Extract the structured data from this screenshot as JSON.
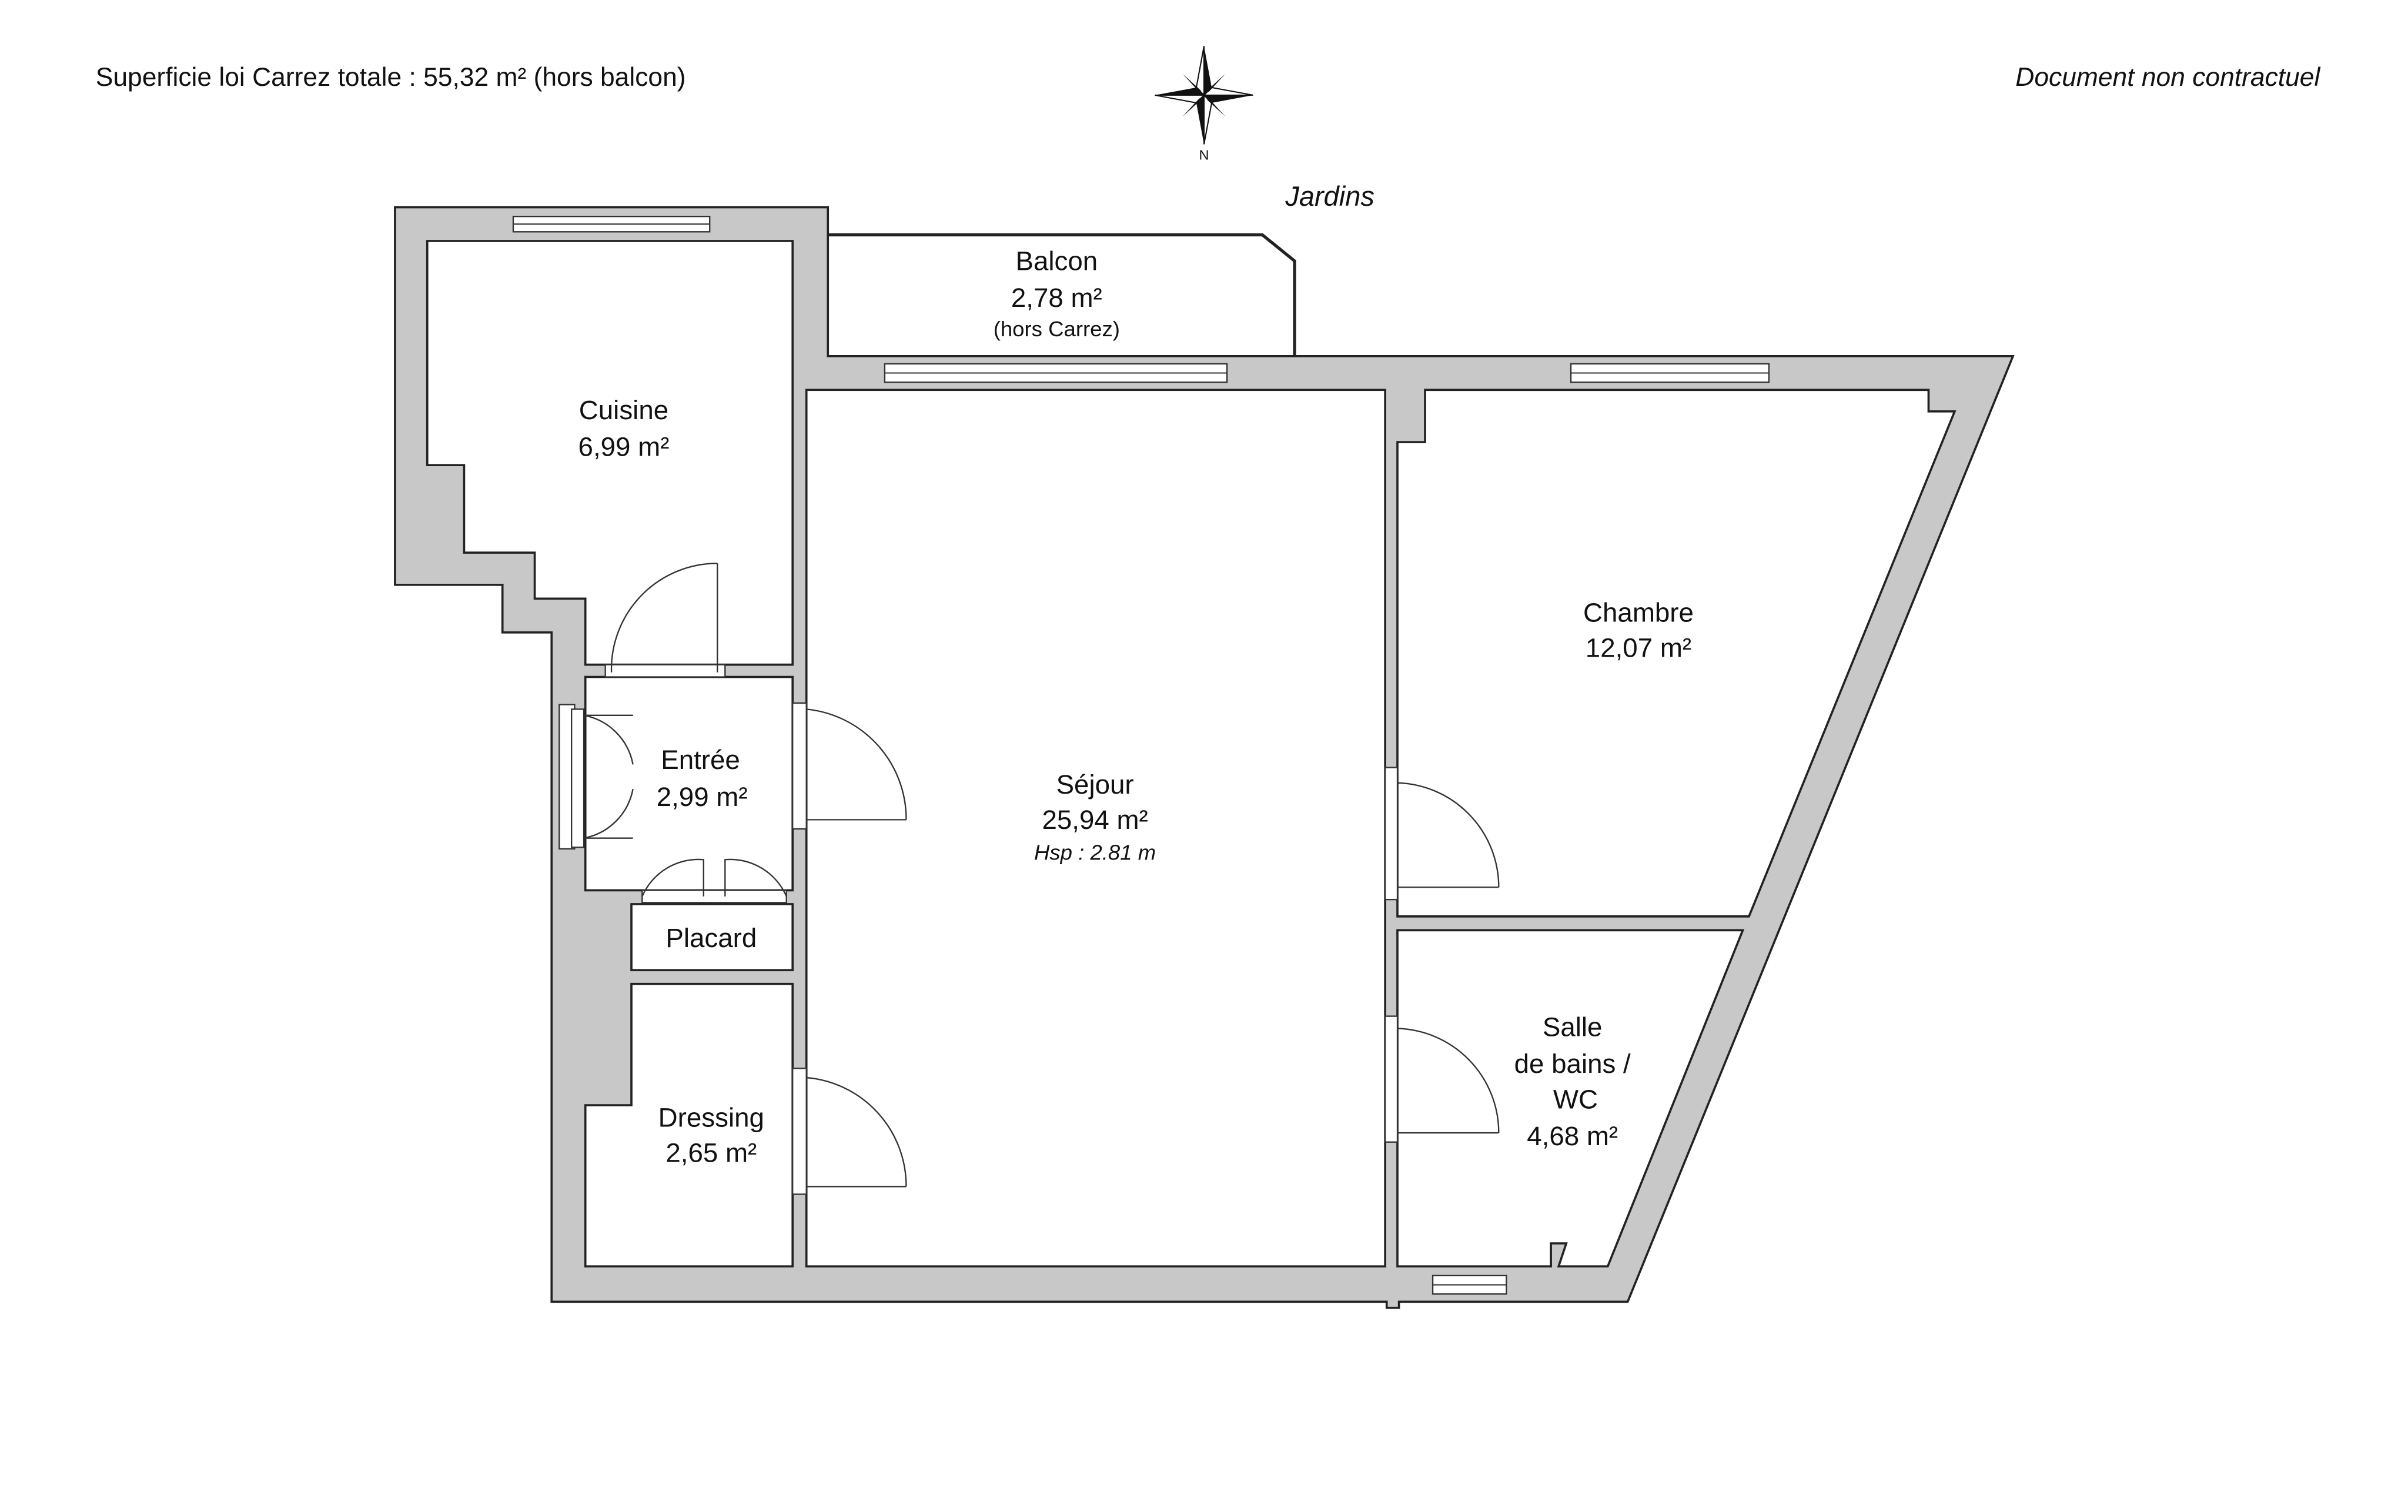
{
  "header": {
    "total_area": "Superficie loi Carrez totale :  55,32 m² (hors balcon)",
    "disclaimer": "Document non contractuel",
    "compass_label": "N",
    "outside_label": "Jardins"
  },
  "rooms": {
    "balcon": {
      "name": "Balcon",
      "area": "2,78 m²",
      "note": "(hors Carrez)"
    },
    "cuisine": {
      "name": "Cuisine",
      "area": "6,99 m²"
    },
    "entree": {
      "name": "Entrée",
      "area": "2,99 m²"
    },
    "placard": {
      "name": "Placard"
    },
    "dressing": {
      "name": "Dressing",
      "area": "2,65 m²"
    },
    "sejour": {
      "name": "Séjour",
      "area": "25,94 m²",
      "height": "Hsp : 2.81 m"
    },
    "chambre": {
      "name": "Chambre",
      "area": "12,07 m²"
    },
    "sdb": {
      "line1": "Salle",
      "line2": "de bains /",
      "line3": "WC",
      "area": "4,68 m²"
    }
  }
}
